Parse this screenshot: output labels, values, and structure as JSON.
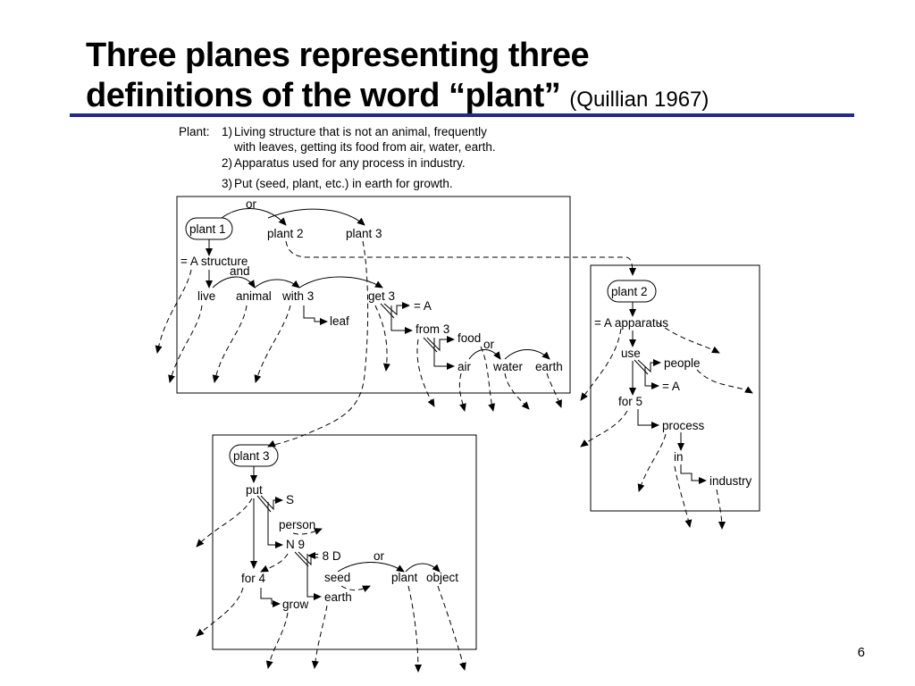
{
  "slide": {
    "title_main": "Three planes representing three definitions of the word “plant”",
    "title_line1": "Three planes representing three",
    "title_line2": "definitions of the word “plant”",
    "citation": "(Quillian 1967)",
    "page_number": "6",
    "rule_color": "#1f2a8a"
  },
  "definitions": {
    "heading": "Plant:",
    "items": [
      {
        "num": "1)",
        "lines": [
          "Living structure that is not an animal, frequently",
          "with leaves, getting its food from air, water, earth."
        ]
      },
      {
        "num": "2)",
        "lines": [
          "Apparatus used for any process in industry."
        ]
      },
      {
        "num": "3)",
        "lines": [
          "Put (seed, plant, etc.) in earth for growth."
        ]
      }
    ]
  },
  "planes": {
    "plane1": {
      "nodes": {
        "plant1": "plant 1",
        "or": "or",
        "plant2": "plant 2",
        "plant3": "plant 3",
        "structure": "= A structure",
        "and": "and",
        "live": "live",
        "animal": "animal",
        "with3": "with 3",
        "get3": "get 3",
        "eqA": "= A",
        "leaf": "leaf",
        "from3": "from 3",
        "food": "food",
        "or2": "or",
        "air": "air",
        "water": "water",
        "earth": "earth"
      }
    },
    "plane2": {
      "nodes": {
        "plant2": "plant 2",
        "apparatus": "= A apparatus",
        "use": "use",
        "people": "people",
        "eqA": "= A",
        "for5": "for 5",
        "process": "process",
        "in": "in",
        "industry": "industry"
      }
    },
    "plane3": {
      "nodes": {
        "plant3": "plant 3",
        "put": "put",
        "S": "S",
        "person": "person",
        "N9": "N 9",
        "eq8D": "= 8 D",
        "or": "or",
        "seed": "seed",
        "plant": "plant",
        "object": "object",
        "for4": "for 4",
        "earth": "earth",
        "grow": "grow"
      }
    }
  }
}
